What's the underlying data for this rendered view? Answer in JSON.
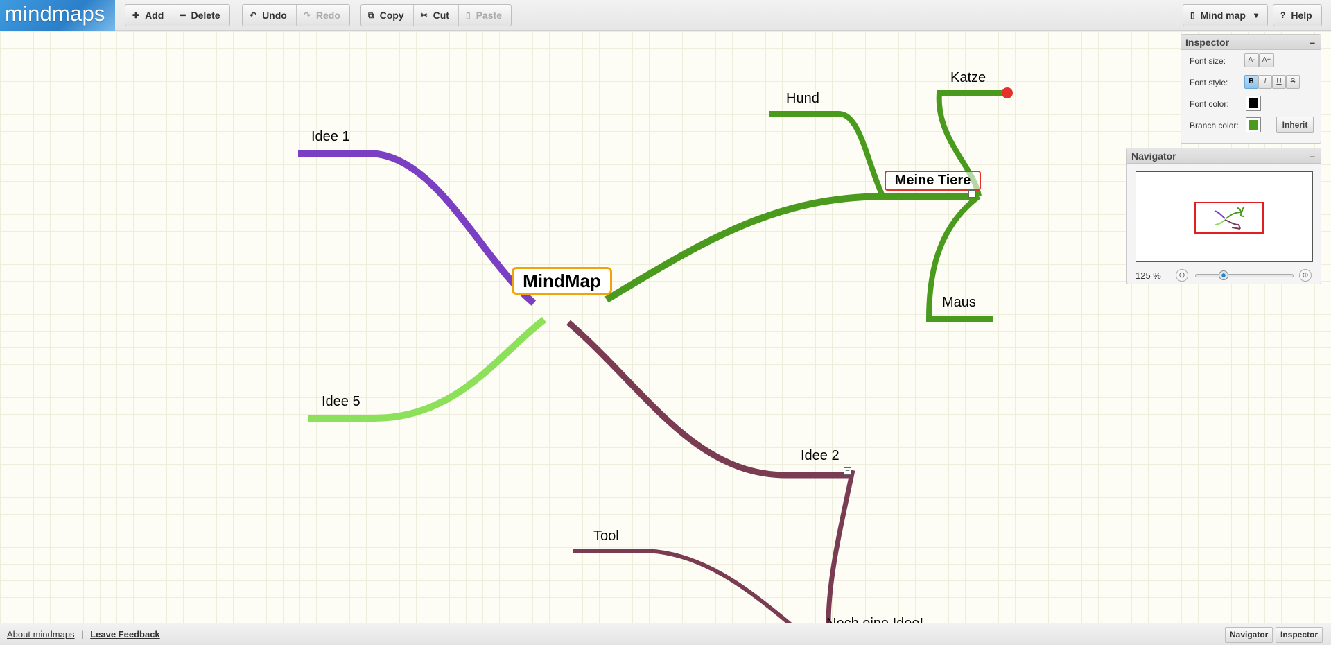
{
  "app": {
    "logo": "mindmaps"
  },
  "toolbar": {
    "add": "Add",
    "delete": "Delete",
    "undo": "Undo",
    "redo": "Redo",
    "copy": "Copy",
    "cut": "Cut",
    "paste": "Paste",
    "mindmap_menu": "Mind map",
    "help": "Help"
  },
  "icons": {
    "add": "plus-icon",
    "delete": "minus-icon",
    "undo": "undo-icon",
    "redo": "redo-icon",
    "copy": "copy-icon",
    "cut": "scissors-icon",
    "paste": "paste-icon",
    "document": "document-icon",
    "dropdown": "chevron-down-icon",
    "help": "question-icon"
  },
  "mindmap": {
    "root": "MindMap",
    "nodes": {
      "idee1": "Idee 1",
      "idee5": "Idee 5",
      "idee2": "Idee 2",
      "tool": "Tool",
      "noch_eine_idee": "Noch eine Idee!",
      "meine_tiere": "Meine Tiere",
      "hund": "Hund",
      "katze": "Katze",
      "maus": "Maus"
    },
    "colors": {
      "idee1": "#7b3fc4",
      "idee5": "#8de15a",
      "idee2": "#7a3c52",
      "tiere": "#4a9a1e",
      "root_border": "#f0a30a",
      "selected_border": "#e8302a"
    }
  },
  "inspector": {
    "title": "Inspector",
    "font_size_label": "Font size:",
    "font_size_down": "A-",
    "font_size_up": "A+",
    "font_style_label": "Font style:",
    "bold": "B",
    "italic": "I",
    "underline": "U",
    "strike": "S",
    "font_color_label": "Font color:",
    "font_color": "#000000",
    "branch_color_label": "Branch color:",
    "branch_color": "#4a9a1e",
    "inherit": "Inherit",
    "minimize": "–"
  },
  "navigator": {
    "title": "Navigator",
    "zoom": "125 %",
    "zoom_level": 0.2,
    "minimize": "–"
  },
  "footer": {
    "about": "About mindmaps",
    "separator": "|",
    "feedback": "Leave Feedback",
    "navigator_btn": "Navigator",
    "inspector_btn": "Inspector"
  }
}
